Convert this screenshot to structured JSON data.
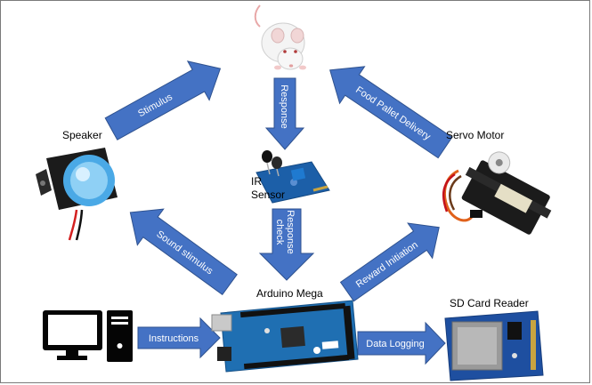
{
  "labels": {
    "speaker": "Speaker",
    "servo_motor": "Servo Motor",
    "ir_sensor_line1": "IR",
    "ir_sensor_line2": "Sensor",
    "arduino": "Arduino Mega",
    "sd_card_reader": "SD Card Reader"
  },
  "arrows": {
    "stimulus": "Stimulus",
    "food_pallet_delivery": "Food Pallet Delivery",
    "response": "Response",
    "response_check_line1": "Response",
    "response_check_line2": "check",
    "sound_stimulus": "Sound stimulus",
    "reward_initiation": "Reward Initiation",
    "instructions": "Instructions",
    "data_logging": "Data Logging"
  },
  "colors": {
    "arrow_fill": "#4472c4",
    "arrow_stroke": "#2f528f",
    "board_blue": "#1f6fb2",
    "background": "#ffffff"
  },
  "icons": [
    "mouse-image",
    "speaker-image",
    "servo-motor-image",
    "ir-sensor-image",
    "arduino-board-image",
    "computer-icon",
    "sd-card-reader-image"
  ]
}
